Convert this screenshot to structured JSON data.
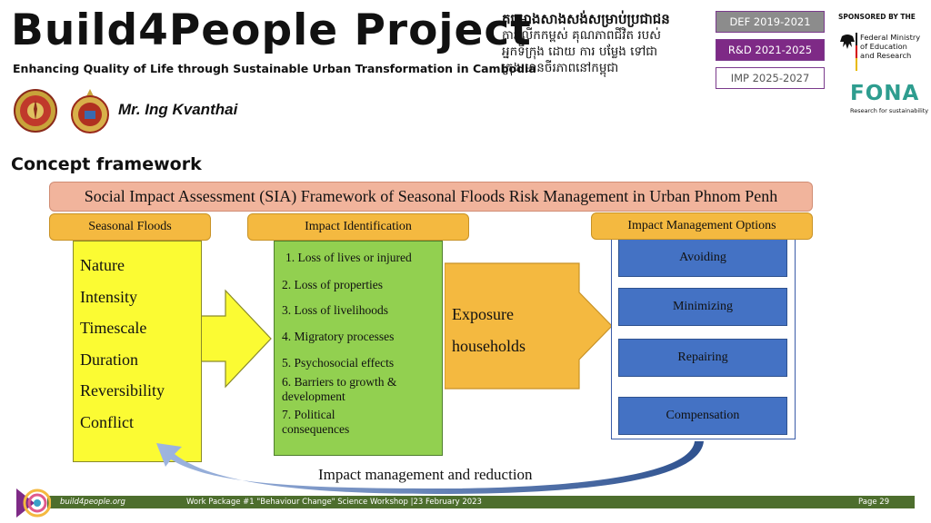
{
  "header": {
    "title": "Build4People Project",
    "subtitle": "Enhancing Quality of Life through Sustainable Urban Transformation in Cambodia",
    "khmer_title": "គម្រោងសាងសង់សម្រាប់ប្រជាជន",
    "khmer_line_2": "ការលើកកម្ពស់ គុណភាពជីវិត របស់",
    "khmer_line_3": "អ្នកទីក្រុង ដោយ ការ បម្លែង ទៅជា",
    "khmer_line_4": "ក្រុង មានចីរភាពនៅកម្ពុជា",
    "phases": [
      "DEF 2019-2021",
      "R&D 2021-2025",
      "IMP 2025-2027"
    ],
    "sponsor_label": "SPONSORED BY THE",
    "sponsor_lines": [
      "Federal Ministry",
      "of Education",
      "and Research"
    ],
    "fona": "FONA",
    "fona_tagline": "Research for sustainability",
    "presenter": "Mr.  Ing Kvanthai"
  },
  "section_heading": "Concept framework",
  "framework": {
    "banner": "Social Impact Assessment (SIA) Framework of Seasonal Floods Risk Management in Urban Phnom Penh",
    "columns": {
      "floods_header": "Seasonal Floods",
      "impact_header": "Impact Identification",
      "options_header": "Impact Management Options"
    },
    "factors": [
      "Nature",
      "Intensity",
      "Timescale",
      "Duration",
      "Reversibility",
      "Conflict"
    ],
    "impacts": [
      "1. Loss of lives or injured",
      "2. Loss of properties",
      "3. Loss of livelihoods",
      "4. Migratory processes",
      "5. Psychosocial effects",
      "6. Barriers to growth & development",
      "7. Political consequences"
    ],
    "exposure_line_1": "Exposure",
    "exposure_line_2": "households",
    "options": [
      "Avoiding",
      "Minimizing",
      "Repairing",
      "Compensation"
    ],
    "feedback_label": "Impact management and reduction"
  },
  "footer": {
    "site": "build4people.org",
    "event": "Work Package #1 \"Behaviour Change\" Science Workshop |23 February 2023",
    "page": "Page 29"
  },
  "colors": {
    "banner": "#f1b49c",
    "header_orange": "#f4b940",
    "floods_yellow": "#fbfb33",
    "impact_green": "#92d050",
    "option_blue": "#4472c4",
    "footer_green": "#4d6e2d"
  }
}
